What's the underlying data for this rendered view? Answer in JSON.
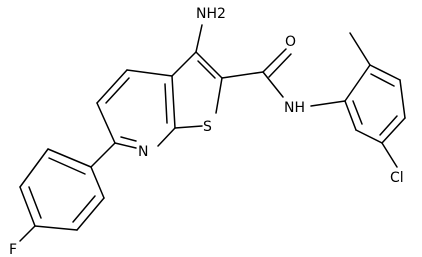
{
  "molecule": {
    "atoms": {
      "amine": "NH2",
      "carbonyl_oxygen": "O",
      "amide_nitrogen": "NH",
      "thiophene_sulfur": "S",
      "pyridine_nitrogen": "N",
      "fluorine": "F",
      "chlorine": "Cl"
    }
  }
}
